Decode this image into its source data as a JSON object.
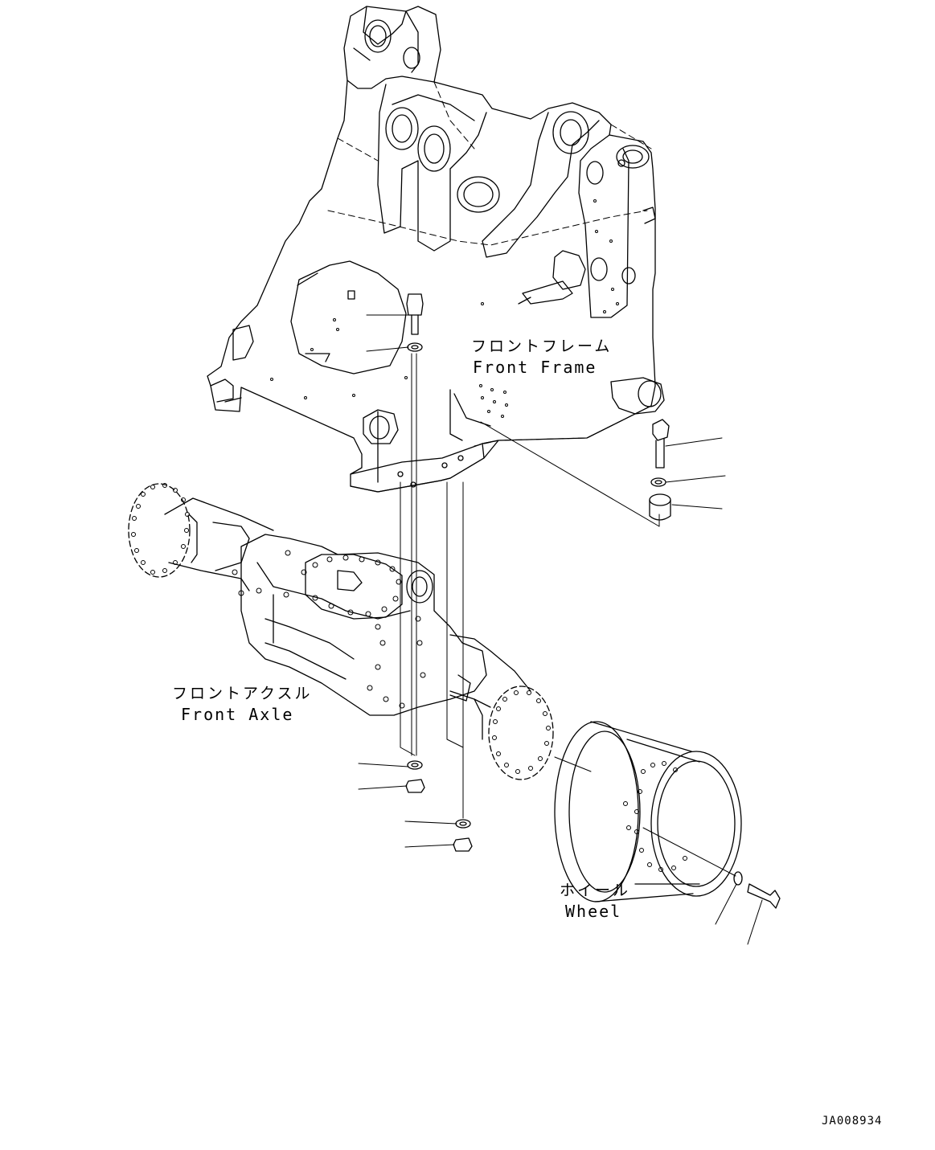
{
  "labels": {
    "front_frame_jp": "フロントフレーム",
    "front_frame_en": "Front Frame",
    "front_axle_jp": "フロントアクスル",
    "front_axle_en": "Front Axle",
    "wheel_jp": "ホイール",
    "wheel_en": "Wheel",
    "drawing_code": "JA008934"
  }
}
